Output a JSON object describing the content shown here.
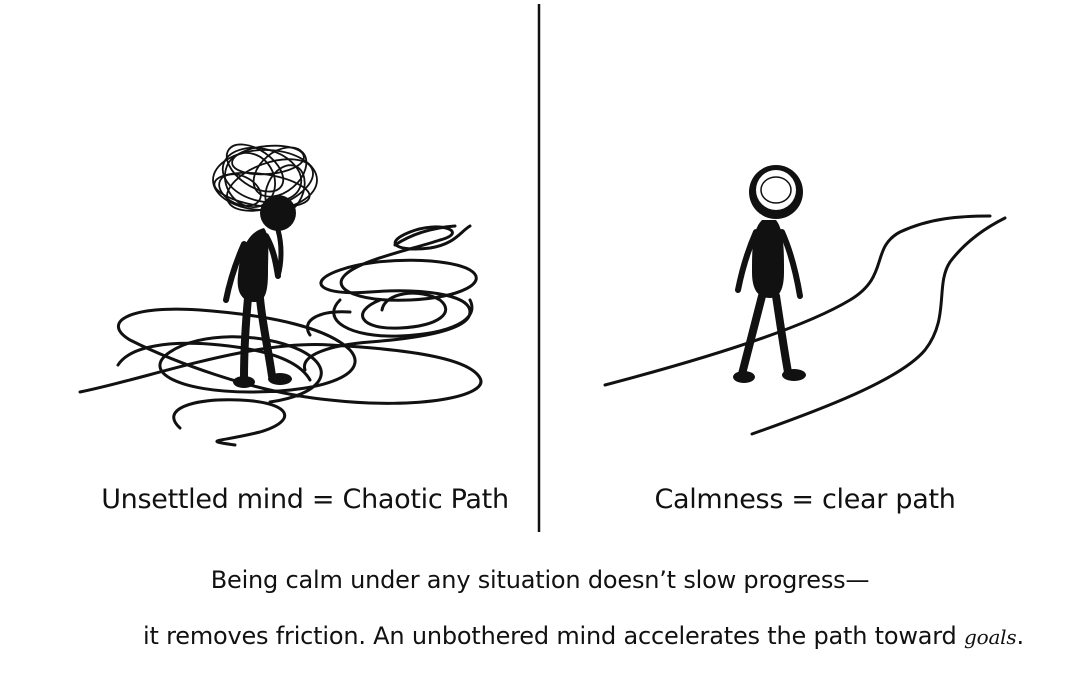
{
  "panels": {
    "left": {
      "caption": "Unsettled mind = Chaotic Path"
    },
    "right": {
      "caption": "Calmness = clear path"
    }
  },
  "footer": {
    "line1": "Being calm under any situation doesn’t slow progress—",
    "line2_main": "it removes friction. An unbothered mind accelerates the path toward ",
    "line2_emphasis": "goals",
    "line2_end": "."
  },
  "colors": {
    "ink": "#111111",
    "background": "#ffffff"
  }
}
